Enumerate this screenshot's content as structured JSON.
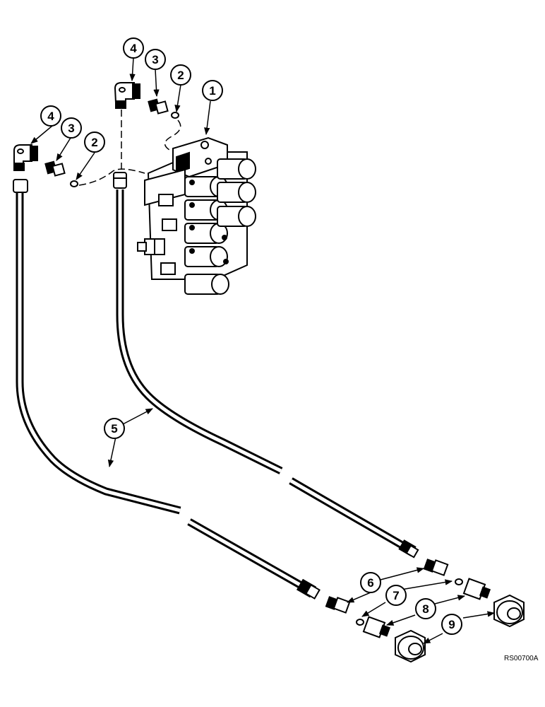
{
  "callouts": {
    "c1": "1",
    "c2a": "2",
    "c2b": "2",
    "c3a": "3",
    "c3b": "3",
    "c4a": "4",
    "c4b": "4",
    "c5": "5",
    "c6": "6",
    "c7": "7",
    "c8": "8",
    "c9": "9"
  },
  "reference_code": "RS00700A",
  "colors": {
    "ink": "#000000",
    "paper": "#ffffff"
  }
}
